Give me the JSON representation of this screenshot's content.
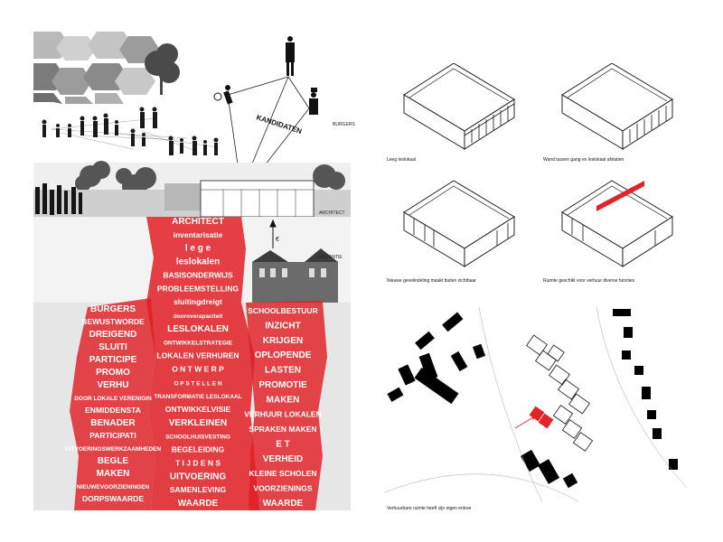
{
  "collage": {
    "kandidaten": "KANDIDATEN",
    "burgers_label": "BURGERS",
    "architect_label": "ARCHITECT",
    "instantie_label": "INSTANTIE",
    "arrow_label": "€",
    "left_words": [
      "BURGERS",
      "BEWUSTWORDE",
      "DREIGEND",
      "SLUITI",
      "PARTICIPE",
      "PROMO",
      "VERHU",
      "DOOR LOKALE VERENIGIN",
      "ENMIDDENSTA",
      "BENADER",
      "PARTICIPATI",
      "UITVOERINGSWERKZAAMHEDEN",
      "BEGLE",
      "MAKEN",
      "NIEUWEVOORZIENINGEN",
      "DORPSWAARDE"
    ],
    "center_words": [
      "ARCHITECT",
      "inventarisatie",
      "l e g e",
      "leslokalen",
      "BASISONDERWIJS",
      "PROBLEEMSTELLING",
      "sluitingdreigt",
      "dooroverapaciteit",
      "LESLOKALEN",
      "ONTWIKKELSTRATEGIE",
      "LOKALEN VERHUREN",
      "O N T W E R P",
      "O P S T E L L E N",
      "TRANSFORMATIE LESLOKAAL",
      "ONTWIKKELVISIE",
      "VERKLEINEN",
      "SCHOOLHUISVESTING",
      "BEGELEIDING",
      "T I J D E N S",
      "UITVOERING",
      "SAMENLEVING",
      "WAARDE"
    ],
    "right_words": [
      "SCHOOLBESTUUR",
      "INZICHT",
      "KRIJGEN",
      "OPLOPENDE",
      "LASTEN",
      "PROMOTIE",
      "MAKEN",
      "VERHUUR LOKALEN",
      "SPRAKEN MAKEN",
      "E T",
      "VERHEID",
      "KLEINE SCHOLEN",
      "VOORZIENINGS",
      "WAARDE"
    ]
  },
  "diagrams": {
    "captions": [
      "Leeg leslokaal",
      "Wand tussen gang en leslokaal afsluiten",
      "Nieuwe gevelindeling maakt buiten zichtbaar",
      "Ruimte geschikt voor verhuur diverse functies"
    ],
    "map_caption": "Verhuurbare ruimte heeft zijn eigen entree"
  },
  "colors": {
    "accent": "#e0242a",
    "red_band": "rgba(224,30,36,0.82)"
  }
}
